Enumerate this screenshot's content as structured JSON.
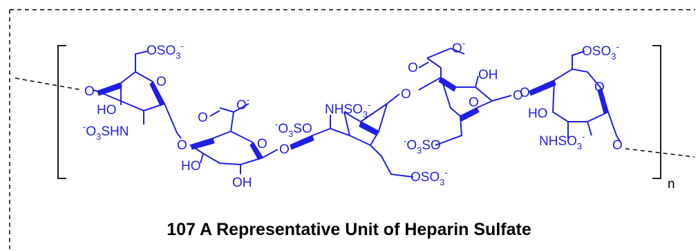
{
  "caption": "107 A Representative Unit of Heparin Sulfate",
  "repeat_index": "n",
  "colors": {
    "structure": "#1f1fe6",
    "brackets": "#000000",
    "caption": "#000000"
  },
  "labels": {
    "osulfate": [
      "O",
      "SO",
      "3",
      "-"
    ],
    "nhsulfate": [
      "NHSO",
      "3",
      "-"
    ],
    "o3shn": [
      "-",
      "O",
      "3",
      "SHN"
    ],
    "o3so": [
      "-",
      "O",
      "3",
      "SO"
    ],
    "carboxylate_o": "O",
    "carboxylate_om": [
      "O",
      "-"
    ],
    "ho": "HO",
    "oh": "OH",
    "o": "O"
  }
}
